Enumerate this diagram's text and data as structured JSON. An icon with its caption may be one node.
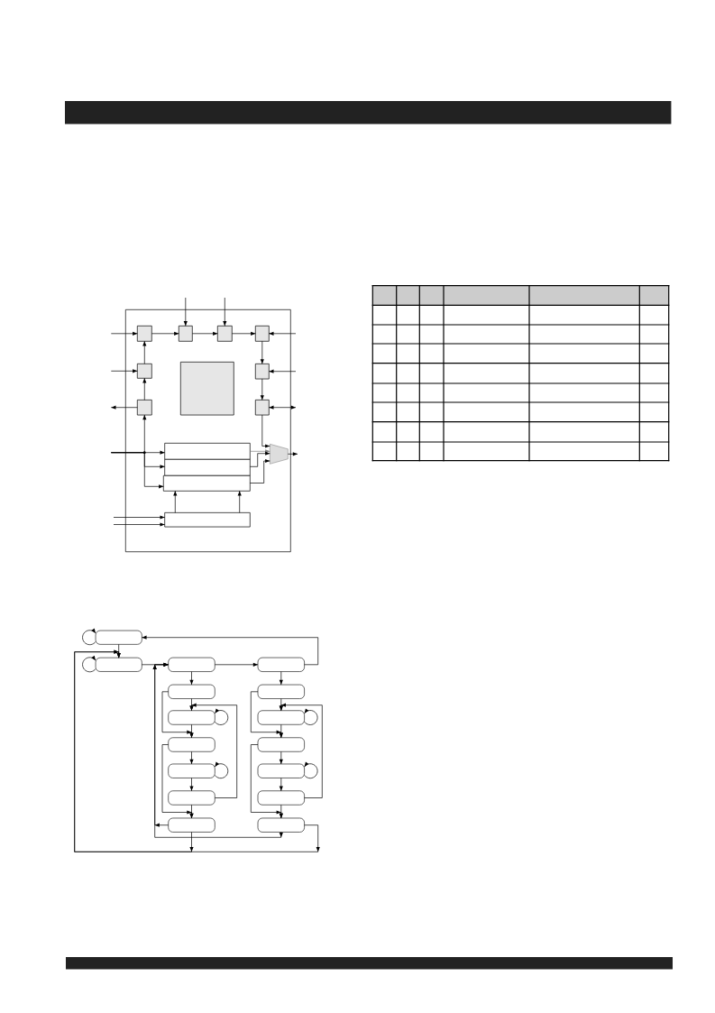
{
  "diagram": {
    "nodes": [
      {
        "text": [],
        "shape": "box"
      },
      {
        "text": [],
        "shape": "box",
        "in": 0
      },
      {
        "text": [],
        "shape": "box",
        "in": 0
      },
      {
        "text": [],
        "shape": "box",
        "in": 0
      },
      {
        "text": [],
        "shape": "box",
        "in": 0
      },
      {
        "text": [],
        "shape": "box",
        "in": 0
      },
      {
        "text": [],
        "shape": "box",
        "in": 0
      },
      {
        "text": [],
        "shape": "box",
        "in": 0
      },
      {
        "text": [],
        "shape": "box",
        "in": 0
      },
      {
        "text": [],
        "shape": "box",
        "in": 0
      },
      {
        "text": [],
        "shape": "box",
        "in": 0
      },
      {
        "text": [],
        "shape": "box",
        "in": 0
      },
      {
        "text": [],
        "shape": "trapezoid",
        "in": 0
      },
      {
        "text": [],
        "shape": "box",
        "in": 0
      },
      {
        "text": [],
        "shape": "box",
        "in": 0
      },
      {
        "text": [],
        "shape": "pill"
      },
      {
        "text": [],
        "shape": "pill"
      },
      {
        "text": [],
        "shape": "pill"
      },
      {
        "text": [],
        "shape": "pill"
      },
      {
        "text": [],
        "shape": "pill"
      },
      {
        "text": [],
        "shape": "pill"
      },
      {
        "text": [],
        "shape": "pill"
      },
      {
        "text": [],
        "shape": "pill"
      },
      {
        "text": [],
        "shape": "pill"
      },
      {
        "text": [],
        "shape": "pill"
      },
      {
        "text": [],
        "shape": "pill"
      },
      {
        "text": [],
        "shape": "pill"
      },
      {
        "text": [],
        "shape": "pill"
      },
      {
        "text": [],
        "shape": "pill"
      },
      {
        "text": [],
        "shape": "pill"
      },
      {
        "text": [],
        "shape": "pill"
      }
    ],
    "edges": [
      {
        "from": null,
        "to": 1,
        "arrow": "to"
      },
      {
        "from": 1,
        "to": 2,
        "arrow": "to"
      },
      {
        "from": 2,
        "to": 3,
        "arrow": "to"
      },
      {
        "from": 3,
        "to": 4,
        "arrow": "to"
      },
      {
        "from": null,
        "to": 2,
        "arrow": "to"
      },
      {
        "from": null,
        "to": 3,
        "arrow": "to"
      },
      {
        "from": null,
        "to": 4,
        "arrow": "to"
      },
      {
        "from": 5,
        "to": 1,
        "arrow": "to"
      },
      {
        "from": null,
        "to": 5,
        "arrow": "to"
      },
      {
        "from": 8,
        "to": 5,
        "arrow": "to"
      },
      {
        "from": 8,
        "to": null,
        "arrow": "to"
      },
      {
        "from": 4,
        "to": 7,
        "arrow": "to"
      },
      {
        "from": 7,
        "to": 9,
        "arrow": "to"
      },
      {
        "from": null,
        "to": 7,
        "arrow": "to"
      },
      {
        "from": 9,
        "to": null,
        "arrow": "both"
      },
      {
        "from": null,
        "to": 8,
        "arrow": "to"
      },
      {
        "from": null,
        "to": 10,
        "arrow": "to"
      },
      {
        "from": null,
        "to": 11,
        "arrow": "to"
      },
      {
        "from": null,
        "to": 13,
        "arrow": "to"
      },
      {
        "from": 9,
        "to": 12,
        "arrow": "to"
      },
      {
        "from": 10,
        "to": 12,
        "arrow": "to",
        "color": "#808080"
      },
      {
        "from": 11,
        "to": 12,
        "arrow": "to"
      },
      {
        "from": 13,
        "to": 12,
        "arrow": "to"
      },
      {
        "from": 12,
        "to": null,
        "arrow": "to"
      },
      {
        "from": 14,
        "to": 13,
        "arrow": "to"
      },
      {
        "from": 14,
        "to": 13,
        "arrow": "to"
      },
      {
        "from": null,
        "to": 14,
        "arrow": "to"
      },
      {
        "from": null,
        "to": 14,
        "arrow": "to"
      },
      {
        "from": 15,
        "to": 15,
        "arrow": "to"
      },
      {
        "from": 16,
        "to": 16,
        "arrow": "to"
      },
      {
        "from": 15,
        "to": 16,
        "arrow": "to"
      },
      {
        "from": 16,
        "to": 17,
        "arrow": "to"
      },
      {
        "from": 17,
        "to": 18,
        "arrow": "to"
      },
      {
        "from": 18,
        "to": 15,
        "arrow": "to"
      },
      {
        "from": 17,
        "to": 19,
        "arrow": "to"
      },
      {
        "from": 19,
        "to": 21,
        "arrow": "to"
      },
      {
        "from": 19,
        "to": 23,
        "arrow": "to"
      },
      {
        "from": 21,
        "to": 21,
        "arrow": "to"
      },
      {
        "from": 21,
        "to": 23,
        "arrow": "to"
      },
      {
        "from": 23,
        "to": 25,
        "arrow": "to"
      },
      {
        "from": 23,
        "to": 29,
        "arrow": "to"
      },
      {
        "from": 25,
        "to": 25,
        "arrow": "to"
      },
      {
        "from": 25,
        "to": 27,
        "arrow": "to"
      },
      {
        "from": 27,
        "to": 21,
        "arrow": "to"
      },
      {
        "from": 27,
        "to": 29,
        "arrow": "to"
      },
      {
        "from": 29,
        "to": 16,
        "arrow": "to"
      },
      {
        "from": 29,
        "to": 17,
        "arrow": "to"
      },
      {
        "from": 18,
        "to": 20,
        "arrow": "to"
      },
      {
        "from": 20,
        "to": 22,
        "arrow": "to"
      },
      {
        "from": 20,
        "to": 24,
        "arrow": "to"
      },
      {
        "from": 22,
        "to": 22,
        "arrow": "to"
      },
      {
        "from": 22,
        "to": 24,
        "arrow": "to"
      },
      {
        "from": 24,
        "to": 26,
        "arrow": "to"
      },
      {
        "from": 24,
        "to": 30,
        "arrow": "to"
      },
      {
        "from": 26,
        "to": 26,
        "arrow": "to"
      },
      {
        "from": 26,
        "to": 28,
        "arrow": "to"
      },
      {
        "from": 28,
        "to": 22,
        "arrow": "to"
      },
      {
        "from": 28,
        "to": 30,
        "arrow": "to"
      },
      {
        "from": 30,
        "to": 16,
        "arrow": "to"
      },
      {
        "from": 30,
        "to": 17,
        "arrow": "to"
      }
    ]
  }
}
